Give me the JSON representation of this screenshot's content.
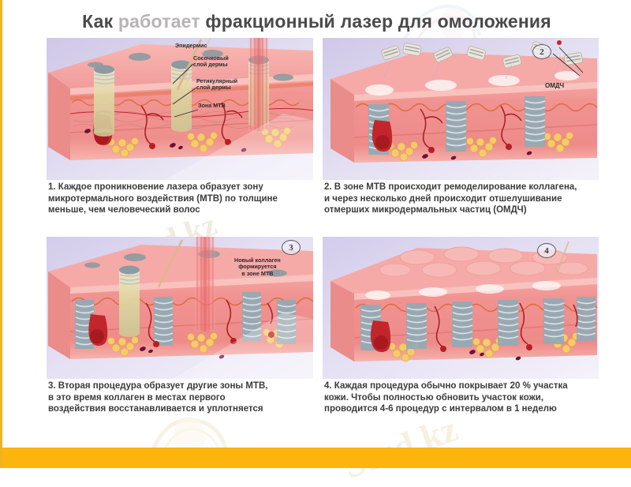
{
  "title": {
    "lead": "Как ",
    "faded": "работает",
    "rest": " фракционный лазер для омоложения"
  },
  "watermark": {
    "text_a": "stud.kz",
    "text_b": "stud.kz",
    "text_c": "Stud.kz"
  },
  "colors": {
    "accent_orange": "#fbb50c",
    "border_gold": "#f0b323",
    "panel_bg": "#e6e1f3",
    "epidermis": "#f4a0a0",
    "dermis": "#f08a8a",
    "mtz_zone": "#8fa9b4",
    "fat": "#f5c86a",
    "vessel": "#c0272d",
    "laser": "#d8cfa0",
    "title_gray": "#4a4a4a"
  },
  "panels": [
    {
      "id": "panel-1",
      "badge": "",
      "labels": [
        {
          "name": "epidermis",
          "text": "Эпидермис"
        },
        {
          "name": "papillary-dermis",
          "text": "Сосочковый\nслой дермы"
        },
        {
          "name": "reticular-dermis",
          "text": "Ретикулярный\nслой дермы"
        },
        {
          "name": "mtz-zone",
          "text": "Зона МТВ"
        }
      ],
      "caption": [
        "1. Каждое проникновение лазера образует зону",
        "микротермального воздействия (МТВ) по толщине",
        "меньше, чем человеческий волос"
      ]
    },
    {
      "id": "panel-2",
      "badge": "2",
      "labels": [
        {
          "name": "omdch",
          "text": "ОМДЧ"
        }
      ],
      "caption": [
        "2. В зоне МТВ происходит ремоделирование коллагена,",
        "и через несколько дней происходит отшелушивание",
        "отмерших микродермальных частиц (ОМДЧ)"
      ]
    },
    {
      "id": "panel-3",
      "badge": "3",
      "labels": [
        {
          "name": "new-collagen",
          "text": "Новый коллаген\nформируется\nв зоне МТВ"
        }
      ],
      "caption": [
        "3. Вторая процедура образует другие зоны МТВ,",
        "в это время коллаген в местах первого",
        "воздействия восстанавливается и уплотняется"
      ]
    },
    {
      "id": "panel-4",
      "badge": "4",
      "labels": [],
      "caption": [
        "4. Каждая процедура обычно покрывает 20 % участка",
        "кожи. Чтобы полностью обновить участок кожи,",
        "проводится 4-6 процедур с интервалом в 1 неделю"
      ]
    }
  ]
}
